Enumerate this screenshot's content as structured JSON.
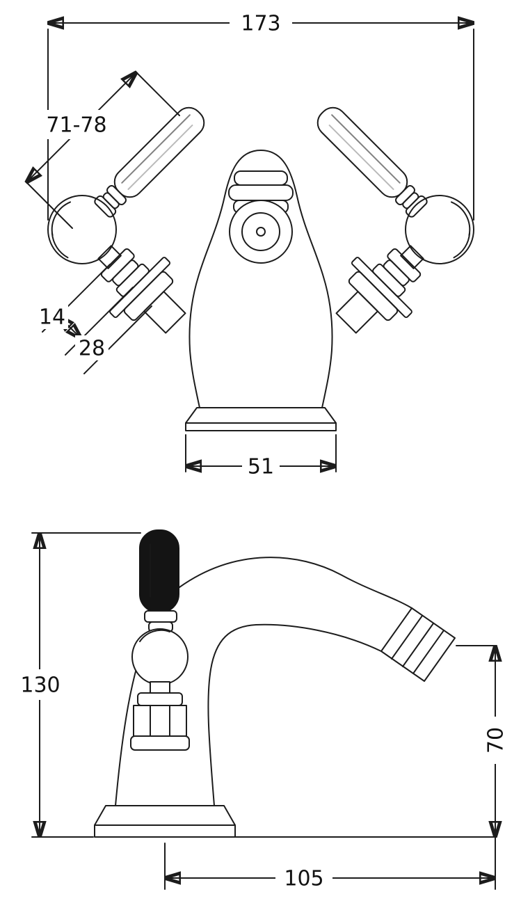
{
  "front_view": {
    "dims": {
      "overall_width": "173",
      "handle_length": "71-78",
      "cartridge_depth": "14",
      "valve_depth": "28",
      "base_width": "51"
    }
  },
  "side_view": {
    "dims": {
      "overall_height": "130",
      "spout_height": "70",
      "overall_depth": "105"
    }
  }
}
